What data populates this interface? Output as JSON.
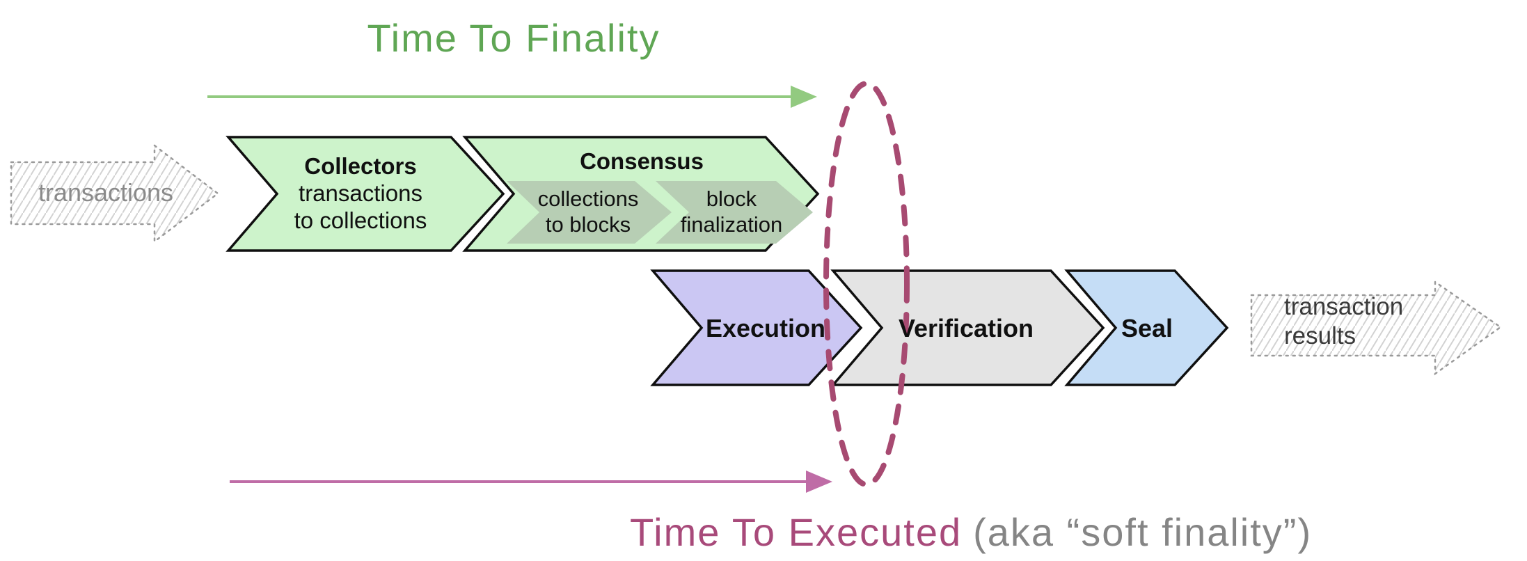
{
  "annotations": {
    "time_to_finality": "Time To Finality",
    "time_to_executed": "Time To Executed",
    "soft_finality_suffix": "(aka “soft finality”)"
  },
  "io": {
    "input_label": "transactions",
    "output_line1": "transaction",
    "output_line2": "results"
  },
  "stages": {
    "collectors": {
      "title": "Collectors",
      "line1": "transactions",
      "line2": "to collections"
    },
    "consensus": {
      "title": "Consensus",
      "sub1": {
        "line1": "collections",
        "line2": "to blocks"
      },
      "sub2": {
        "line1": "block",
        "line2": "finalization"
      }
    },
    "execution": {
      "title": "Execution"
    },
    "verification": {
      "title": "Verification"
    },
    "seal": {
      "title": "Seal"
    }
  },
  "colors": {
    "stage_green": "#cdf3cb",
    "stage_sub": "#b7ceb4",
    "stage_purple": "#cbc7f3",
    "stage_gray": "#e4e4e4",
    "stage_blue": "#c5ddf6",
    "outline": "#0f0f0f",
    "finality_green": "#5fa654",
    "finality_arrow": "#92ca80",
    "executed_magenta": "#a84a7a",
    "executed_arrow": "#bf6ca6",
    "ellipse_rose": "#a74a71",
    "sketch_outline": "#9a9a9a",
    "hatch_line": "#d2d2d2",
    "input_text": "#8a8a8a",
    "output_text": "#3a3a3a"
  }
}
